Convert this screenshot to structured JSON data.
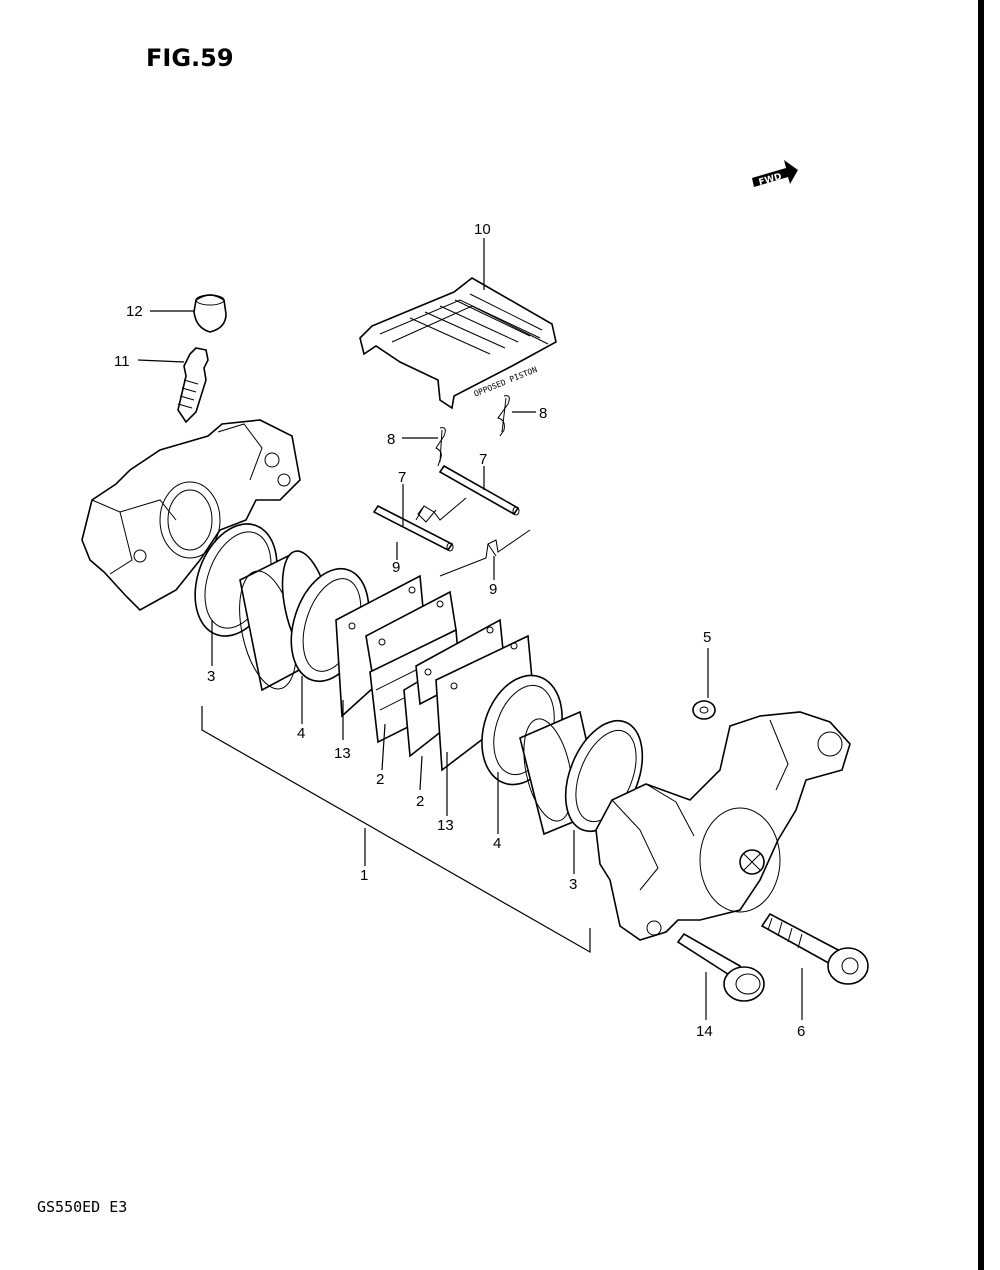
{
  "figure": {
    "title": "FIG.59"
  },
  "direction_badge": {
    "label": "FWD"
  },
  "cover_stamp": "OPPOSED PISTON",
  "footer": {
    "model_code": "GS550ED E3"
  },
  "callouts": [
    {
      "id": "c12",
      "label": "12"
    },
    {
      "id": "c11",
      "label": "11"
    },
    {
      "id": "c10",
      "label": "10"
    },
    {
      "id": "c8a",
      "label": "8"
    },
    {
      "id": "c8b",
      "label": "8"
    },
    {
      "id": "c7a",
      "label": "7"
    },
    {
      "id": "c7b",
      "label": "7"
    },
    {
      "id": "c9a",
      "label": "9"
    },
    {
      "id": "c9b",
      "label": "9"
    },
    {
      "id": "c3a",
      "label": "3"
    },
    {
      "id": "c4a",
      "label": "4"
    },
    {
      "id": "c13a",
      "label": "13"
    },
    {
      "id": "c2a",
      "label": "2"
    },
    {
      "id": "c2b",
      "label": "2"
    },
    {
      "id": "c13b",
      "label": "13"
    },
    {
      "id": "c4b",
      "label": "4"
    },
    {
      "id": "c3b",
      "label": "3"
    },
    {
      "id": "c1",
      "label": "1"
    },
    {
      "id": "c5",
      "label": "5"
    },
    {
      "id": "c14",
      "label": "14"
    },
    {
      "id": "c6",
      "label": "6"
    }
  ]
}
